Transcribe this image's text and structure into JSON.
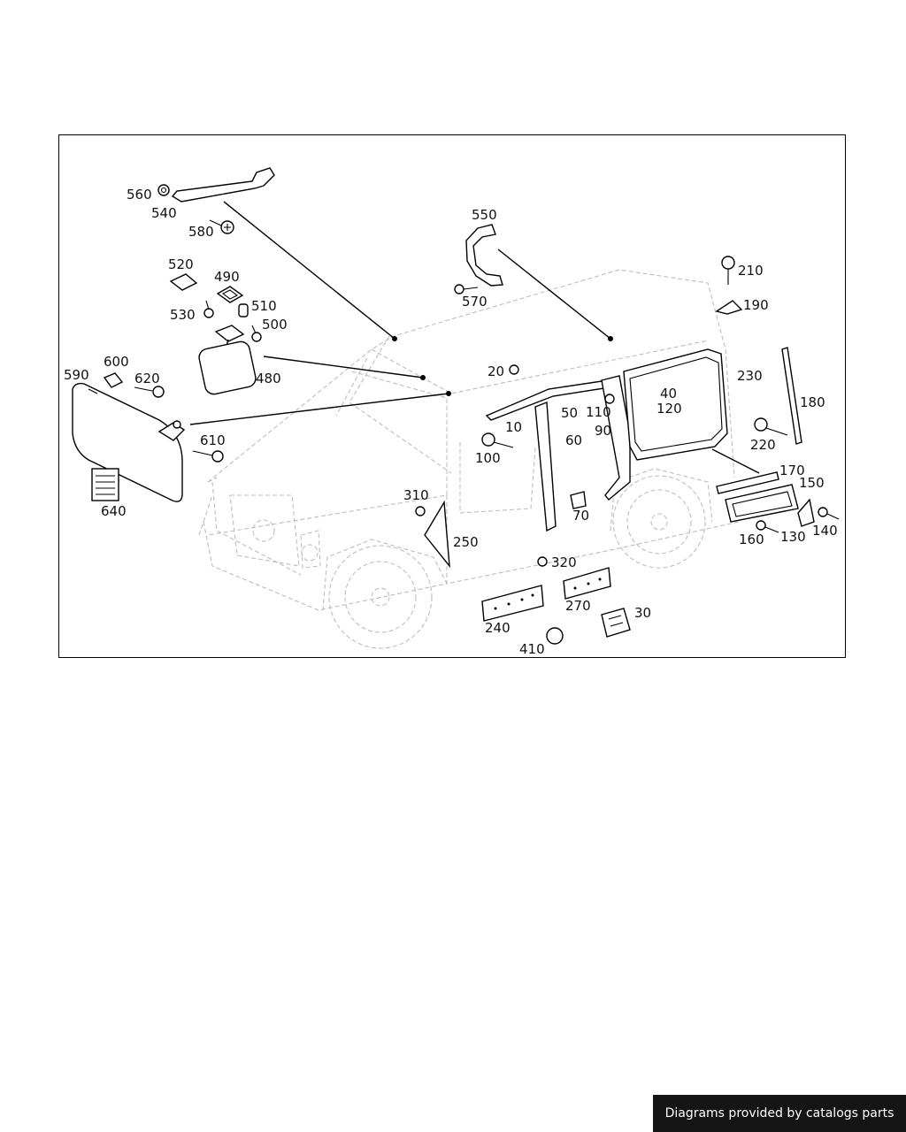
{
  "diagram": {
    "callouts": [
      "10",
      "20",
      "30",
      "40",
      "50",
      "60",
      "70",
      "90",
      "100",
      "110",
      "120",
      "130",
      "140",
      "150",
      "160",
      "170",
      "180",
      "190",
      "210",
      "220",
      "230",
      "240",
      "250",
      "270",
      "310",
      "320",
      "410",
      "480",
      "490",
      "500",
      "510",
      "520",
      "530",
      "540",
      "550",
      "560",
      "570",
      "580",
      "590",
      "600",
      "610",
      "620",
      "640"
    ]
  },
  "footer": {
    "credit": "Diagrams provided by catalogs parts"
  }
}
